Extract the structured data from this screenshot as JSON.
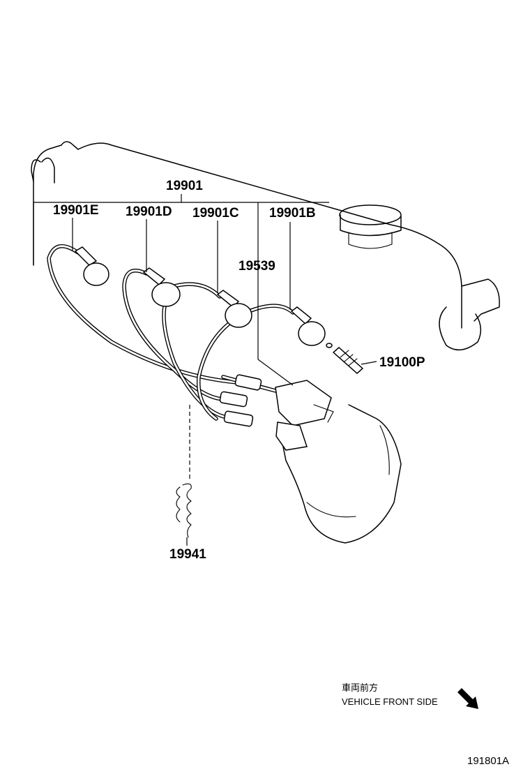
{
  "labels": {
    "set": "19901",
    "e": "19901E",
    "d": "19901D",
    "c": "19901C",
    "b": "19901B",
    "clamp": "19539",
    "plug": "19100P",
    "holder": "19941"
  },
  "orientation": {
    "jp": "車両前方",
    "en": "VEHICLE FRONT SIDE",
    "arrow_icon": "arrow-down-right-icon"
  },
  "figure_code": "191801A"
}
